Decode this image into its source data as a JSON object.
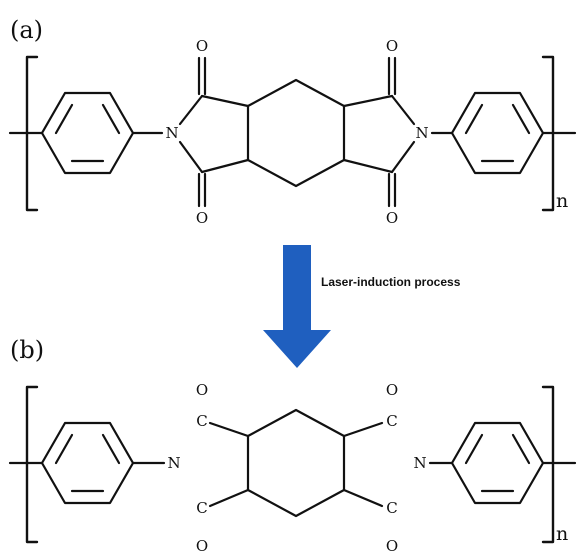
{
  "diagram": {
    "panel_a": {
      "label": "(a)",
      "repeat_subscript": "n",
      "atoms": {
        "nitrogen": "N",
        "oxygen": "O"
      }
    },
    "panel_b": {
      "label": "(b)",
      "repeat_subscript": "n",
      "atoms": {
        "nitrogen": "N",
        "oxygen": "O",
        "carbon": "C"
      }
    },
    "process": {
      "label": "Laser-induction process",
      "arrow_color": "#1f5fbf",
      "arrow_icon": "down-arrow-icon"
    },
    "colors": {
      "stroke": "#111111",
      "background": "#ffffff"
    }
  }
}
